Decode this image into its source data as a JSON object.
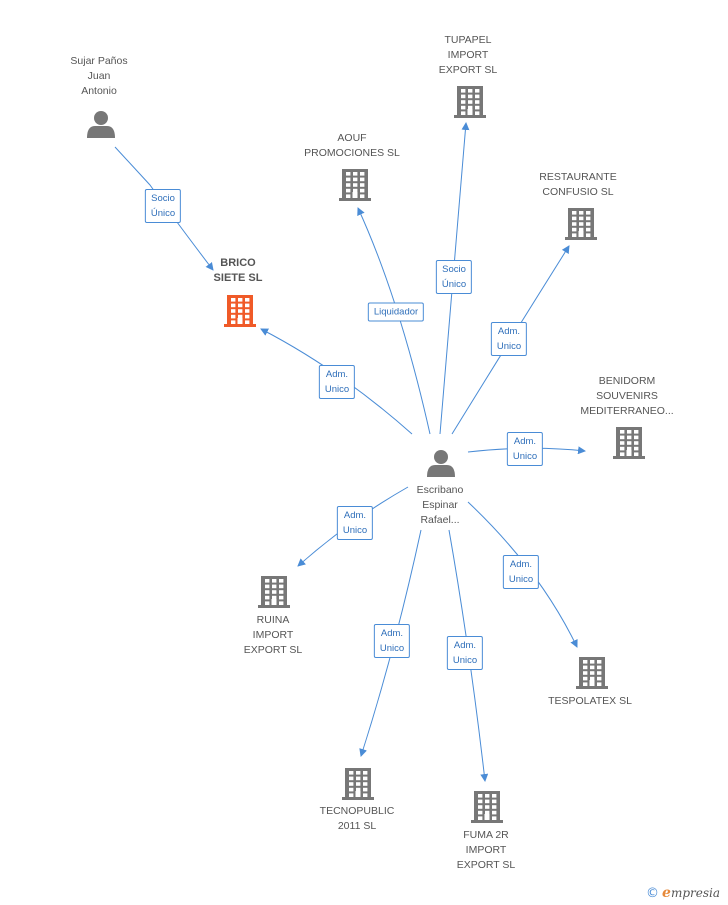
{
  "nodes": {
    "sujar": {
      "label": "Sujar Paños\nJuan\nAntonio",
      "type": "person"
    },
    "brico": {
      "label": "BRICO\nSIETE SL",
      "type": "company-main"
    },
    "aouf": {
      "label": "AOUF\nPROMOCIONES SL",
      "type": "company"
    },
    "tupapel": {
      "label": "TUPAPEL\nIMPORT\nEXPORT SL",
      "type": "company"
    },
    "restaurante": {
      "label": "RESTAURANTE\nCONFUSIO SL",
      "type": "company"
    },
    "benidorm": {
      "label": "BENIDORM\nSOUVENIRS\nMEDITERRANEO...",
      "type": "company"
    },
    "escribano": {
      "label": "Escribano\nEspinar\nRafael...",
      "type": "person"
    },
    "ruina": {
      "label": "RUINA\nIMPORT\nEXPORT SL",
      "type": "company"
    },
    "tecnopublic": {
      "label": "TECNOPUBLIC\n2011 SL",
      "type": "company"
    },
    "fuma": {
      "label": "FUMA 2R\nIMPORT\nEXPORT SL",
      "type": "company"
    },
    "tespolatex": {
      "label": "TESPOLATEX SL",
      "type": "company"
    }
  },
  "edges": [
    {
      "id": "sujar-brico",
      "label": "Socio\nÚnico"
    },
    {
      "id": "esc-brico",
      "label": "Adm.\nUnico"
    },
    {
      "id": "esc-aouf",
      "label": "Liquidador"
    },
    {
      "id": "esc-tupapel",
      "label": "Socio\nÚnico"
    },
    {
      "id": "esc-restaurante",
      "label": "Adm.\nUnico"
    },
    {
      "id": "esc-benidorm",
      "label": "Adm.\nUnico"
    },
    {
      "id": "esc-ruina",
      "label": "Adm.\nUnico"
    },
    {
      "id": "esc-tecnopublic",
      "label": "Adm.\nUnico"
    },
    {
      "id": "esc-fuma",
      "label": "Adm.\nUnico"
    },
    {
      "id": "esc-tespolatex",
      "label": "Adm.\nUnico"
    }
  ],
  "colors": {
    "edge": "#4a8cd6",
    "company": "#777777",
    "company_main": "#f05a28",
    "person": "#777777"
  },
  "footer": {
    "copyright": "©",
    "brand_initial": "e",
    "brand_rest": "mpresia"
  }
}
